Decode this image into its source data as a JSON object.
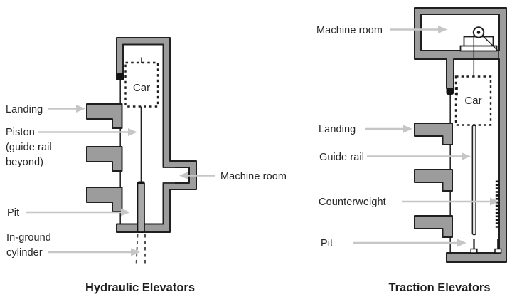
{
  "hydraulic": {
    "title": "Hydraulic Elevators",
    "car": "Car",
    "labels": {
      "landing": "Landing",
      "piston_line1": "Piston",
      "piston_line2": "(guide rail",
      "piston_line3": "beyond)",
      "pit": "Pit",
      "inground_line1": "In-ground",
      "inground_line2": "cylinder",
      "machine_room": "Machine room"
    }
  },
  "traction": {
    "title": "Traction Elevators",
    "car": "Car",
    "labels": {
      "machine_room": "Machine room",
      "landing": "Landing",
      "guide_rail": "Guide rail",
      "counterweight": "Counterweight",
      "pit": "Pit"
    }
  },
  "colors": {
    "wall_fill": "#9c9c9c",
    "outline": "#1f1f1f",
    "arrow": "#c6c6c6",
    "text": "#262626"
  }
}
